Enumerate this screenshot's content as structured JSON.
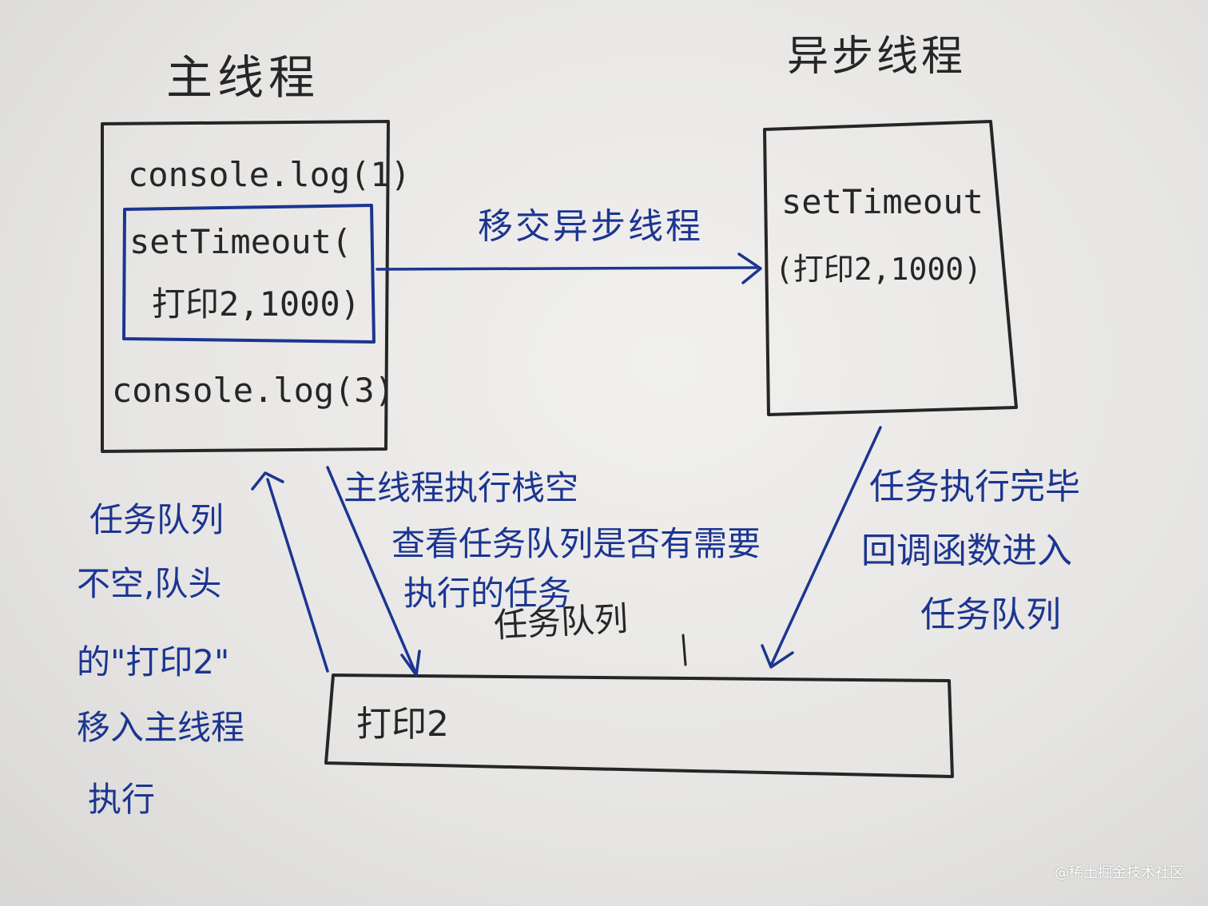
{
  "main_thread": {
    "title": "主线程",
    "line1": "console.log(1)",
    "settimeout_line1": "setTimeout(",
    "settimeout_line2": "打印2,1000)",
    "line3": "console.log(3)"
  },
  "async_thread": {
    "title": "异步线程",
    "line1": "setTimeout",
    "line2": "(打印2,1000)"
  },
  "arrows": {
    "handoff_label": "移交异步线程"
  },
  "notes": {
    "stack_empty_line1": "主线程执行栈空",
    "stack_empty_line2": "查看任务队列是否有需要",
    "stack_empty_line3": "执行的任务",
    "task_done_line1": "任务执行完毕",
    "task_done_line2": "回调函数进入",
    "task_done_line3": "任务队列",
    "queue_front_line1": "任务队列",
    "queue_front_line2": "不空,队头",
    "queue_front_line3": "的\"打印2\"",
    "queue_front_line4": "移入主线程",
    "queue_front_line5": "执行"
  },
  "task_queue": {
    "label": "任务队列",
    "item": "打印2"
  },
  "watermark": "@稀土掘金技术社区",
  "colors": {
    "black_ink": "#262626",
    "blue_ink": "#1c3591",
    "paper": "#ecebe9"
  }
}
